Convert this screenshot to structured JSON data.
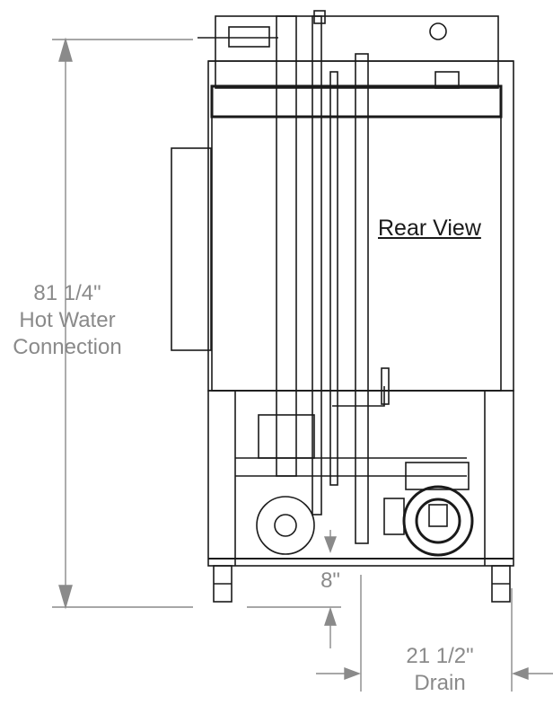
{
  "diagram": {
    "view_title": "Rear View",
    "height_dimension": {
      "value": "81 1/4\"",
      "line1": "Hot Water",
      "line2": "Connection"
    },
    "drain_height": "8\"",
    "drain_offset": {
      "value": "21 1/2\"",
      "label": "Drain"
    }
  },
  "colors": {
    "line": "#1a1a1a",
    "dimension": "#8a8a8a",
    "background": "#ffffff"
  }
}
